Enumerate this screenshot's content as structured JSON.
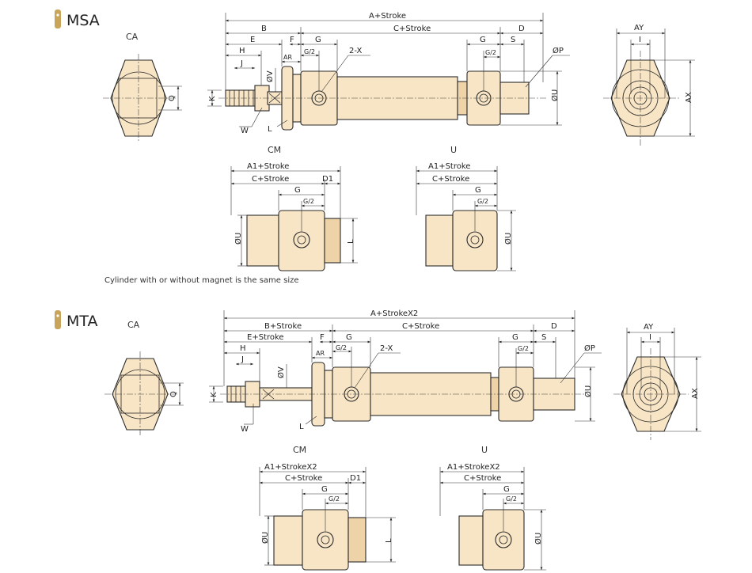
{
  "colors": {
    "part_fill": "#f8e5c5",
    "part_shade": "#efd3a8",
    "badge": "#c9a55c",
    "line": "#2a2a2a"
  },
  "msa": {
    "badge_icon": "gold-tab-icon",
    "title": "MSA",
    "views": {
      "ca": "CA",
      "cm": "CM",
      "u": "U"
    },
    "dims": {
      "a_stroke": "A+Stroke",
      "b": "B",
      "c_stroke": "C+Stroke",
      "d": "D",
      "e": "E",
      "f": "F",
      "g": "G",
      "g2": "G/2",
      "h": "H",
      "j": "J",
      "ar": "AR",
      "two_x": "2-X",
      "s": "S",
      "p": "ØP",
      "v": "ØV",
      "k": "K",
      "w": "W",
      "l": "L",
      "u": "ØU",
      "q": "Q",
      "ay": "AY",
      "i": "I",
      "ax": "AX",
      "a1_stroke": "A1+Stroke",
      "d1": "D1"
    },
    "note": "Cylinder with or without magnet is the same size"
  },
  "mta": {
    "badge_icon": "gold-tab-icon",
    "title": "MTA",
    "views": {
      "ca": "CA",
      "cm": "CM",
      "u": "U"
    },
    "dims": {
      "a_stroke": "A+StrokeX2",
      "b": "B+Stroke",
      "c_stroke": "C+Stroke",
      "d": "D",
      "e": "E+Stroke",
      "f": "F",
      "g": "G",
      "g2": "G/2",
      "h": "H",
      "j": "J",
      "ar": "AR",
      "two_x": "2-X",
      "s": "S",
      "p": "ØP",
      "v": "ØV",
      "k": "K",
      "w": "W",
      "l": "L",
      "u": "ØU",
      "q": "Q",
      "ay": "AY",
      "i": "I",
      "ax": "AX",
      "a1_stroke": "A1+StrokeX2",
      "d1": "D1"
    }
  }
}
